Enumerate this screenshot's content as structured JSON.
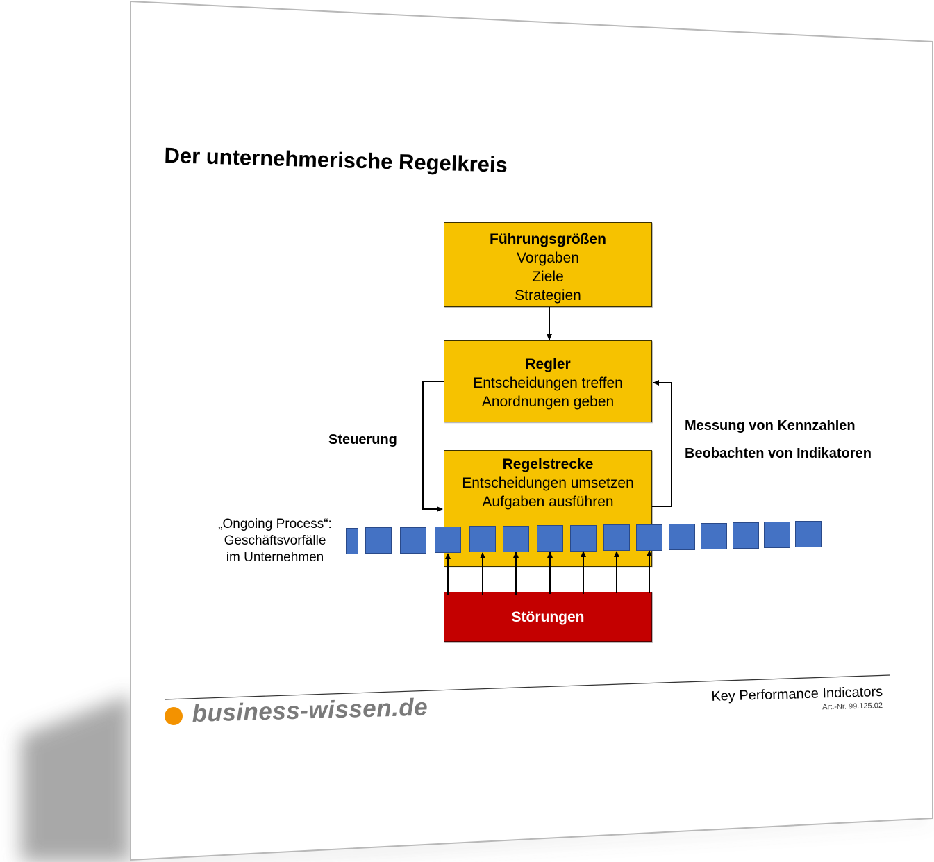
{
  "title": "Der unternehmerische Regelkreis",
  "boxes": {
    "fuehrung": {
      "head": "Führungsgrößen",
      "lines": [
        "Vorgaben",
        "Ziele",
        "Strategien"
      ]
    },
    "regler": {
      "head": "Regler",
      "lines": [
        "Entscheidungen treffen",
        "Anordnungen geben"
      ]
    },
    "strecke": {
      "head": "Regelstrecke",
      "lines": [
        "Entscheidungen umsetzen",
        "Aufgaben ausführen"
      ]
    },
    "stoerungen": {
      "head": "Störungen"
    }
  },
  "labels": {
    "steuerung": "Steuerung",
    "messung": "Messung von Kennzahlen",
    "beobachten": "Beobachten von Indikatoren"
  },
  "ongoing": {
    "line1": "„Ongoing Process“:",
    "line2": "Geschäftsvorfälle",
    "line3": "im Unternehmen"
  },
  "footer": {
    "kpi": "Key Performance Indicators",
    "art": "Art.-Nr. 99.125.02",
    "logo": "business-wissen.de"
  },
  "colors": {
    "box_yellow": "#f6c200",
    "box_red": "#c40000",
    "process_blue": "#4472c4",
    "logo_orange": "#f39200",
    "logo_grey": "#7a7a7a"
  }
}
